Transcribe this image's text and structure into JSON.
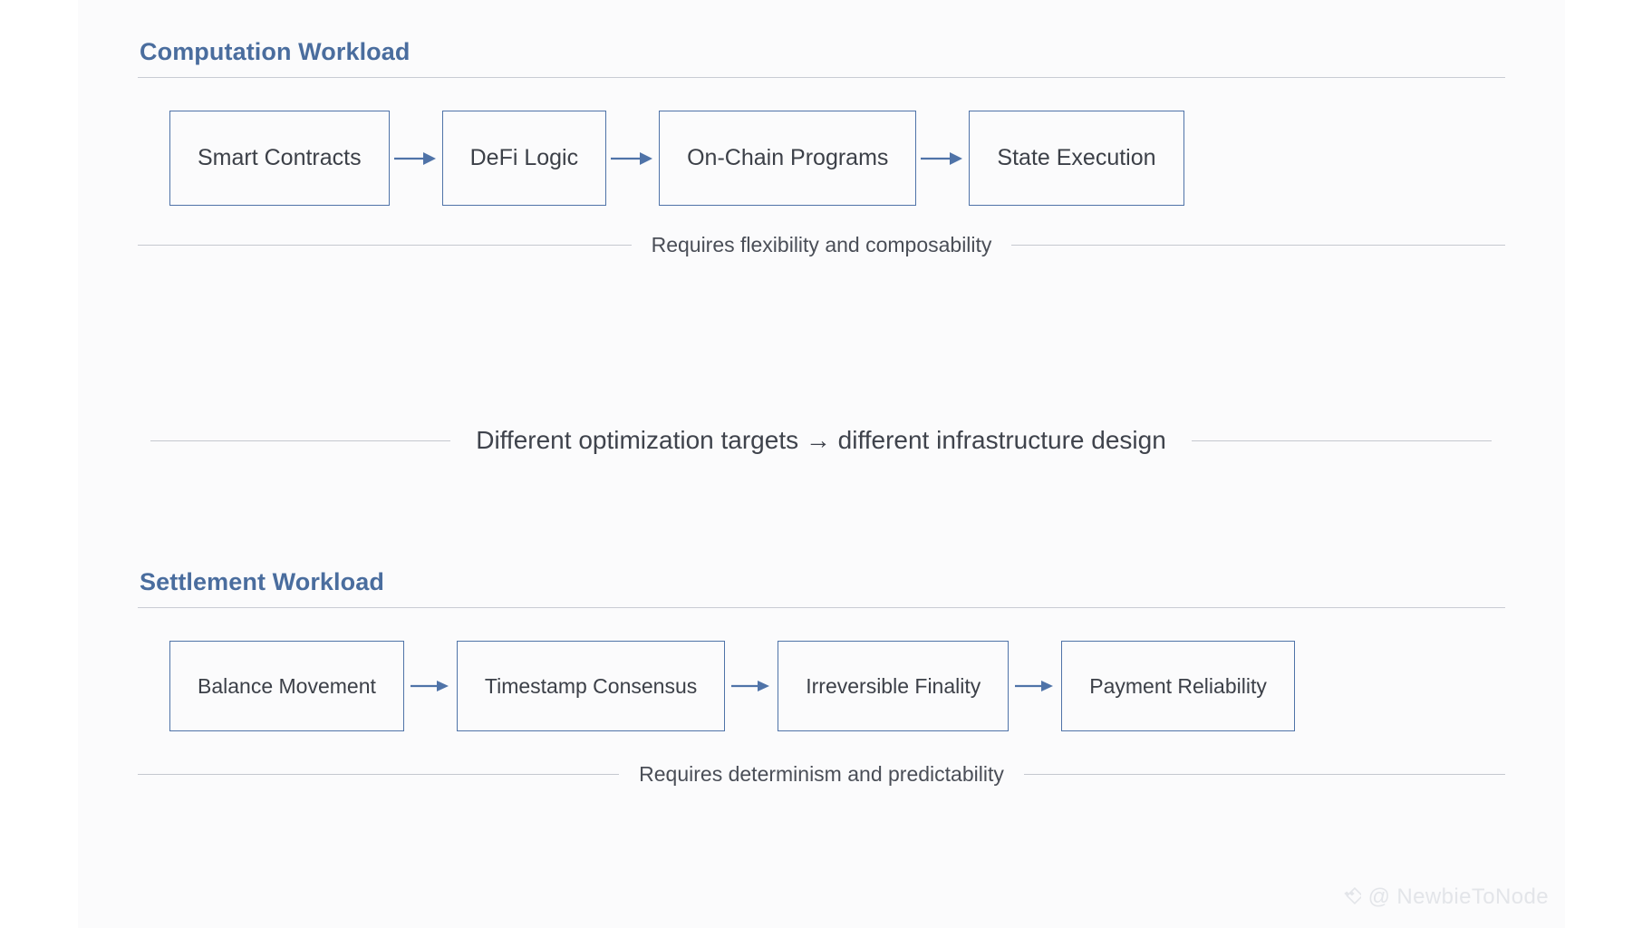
{
  "colors": {
    "page_background": "#ffffff",
    "card_background": "#fbfbfc",
    "heading_blue": "#4a6d9e",
    "box_border_blue": "#4f73a8",
    "arrow_blue": "#4f73a8",
    "body_text": "#3c4048",
    "rule_gray": "#c9ccd3",
    "watermark_gray": "#e3e5e9"
  },
  "sections": [
    {
      "title": "Computation Workload",
      "nodes": [
        {
          "label": "Smart Contracts"
        },
        {
          "label": "DeFi Logic"
        },
        {
          "label": "On-Chain Programs"
        },
        {
          "label": "State Execution"
        }
      ],
      "caption": "Requires flexibility and composability"
    },
    {
      "title": "Settlement Workload",
      "nodes": [
        {
          "label": "Balance Movement"
        },
        {
          "label": "Timestamp Consensus"
        },
        {
          "label": "Irreversible Finality"
        },
        {
          "label": "Payment Reliability"
        }
      ],
      "caption": "Requires determinism and predictability"
    }
  ],
  "divider": {
    "text": "Different optimization targets → different infrastructure design"
  },
  "watermark": {
    "icon": "diamond-logo-icon",
    "text": "@ NewbieToNode"
  }
}
